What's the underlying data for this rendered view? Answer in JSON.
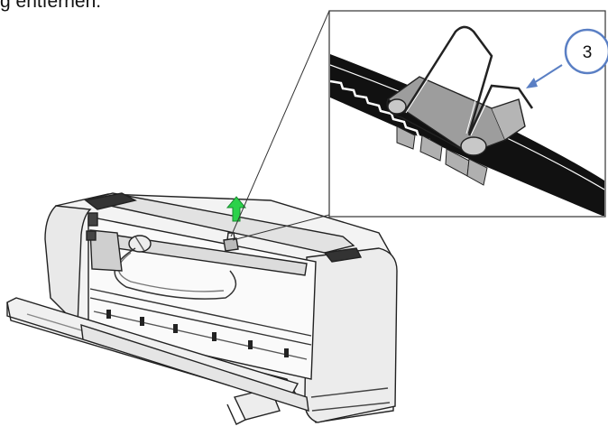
{
  "caption": {
    "text": "g entfernen."
  },
  "callout": {
    "number": "3",
    "circle_color": "#5a7fc4",
    "arrow_color": "#5a7fc4"
  },
  "arrow": {
    "color": "#2bd24a",
    "direction": "up"
  },
  "icons": {
    "zoom_inset": "paper-clip-detail",
    "printer": "dot-matrix-printer-open-cover",
    "lift_arrow": "green-up-arrow-icon"
  }
}
